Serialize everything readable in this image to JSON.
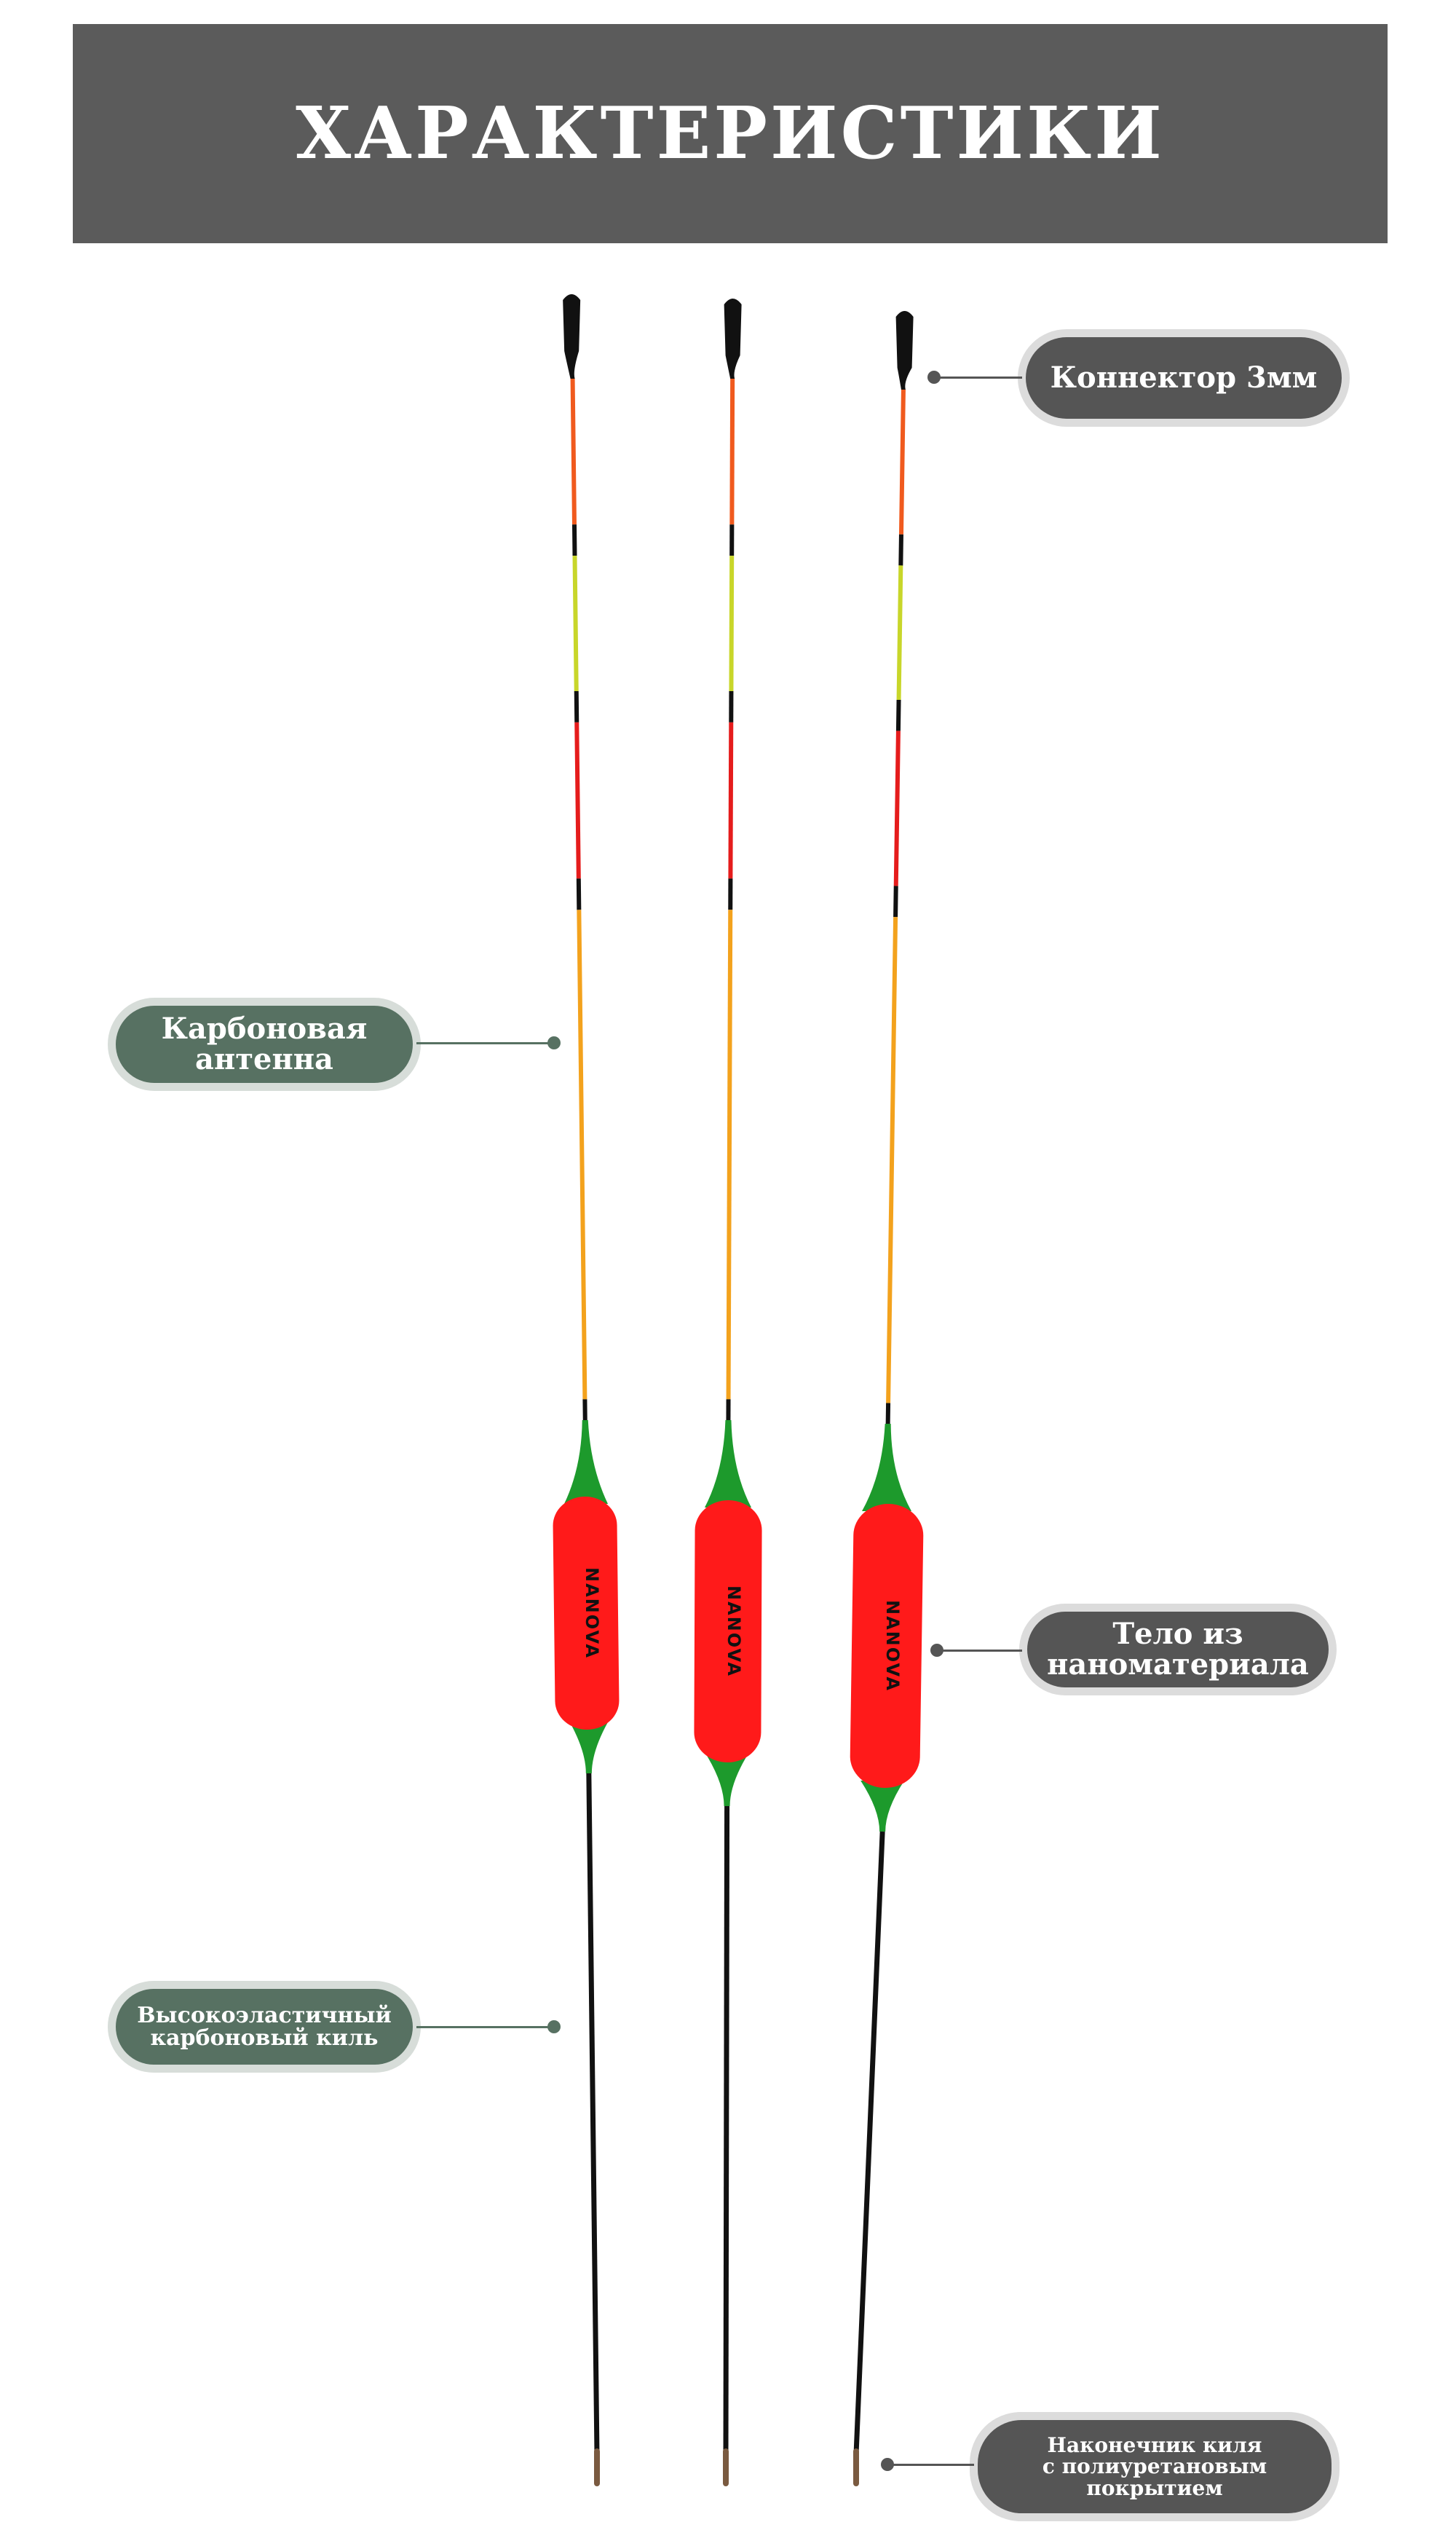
{
  "header": {
    "title": "ХАРАКТЕРИСТИКИ"
  },
  "callouts": {
    "connector": {
      "lines": [
        "Коннектор 3мм"
      ]
    },
    "antenna": {
      "lines": [
        "Карбоновая",
        "антенна"
      ]
    },
    "body": {
      "lines": [
        "Тело из",
        "наноматериала"
      ]
    },
    "keel": {
      "lines": [
        "Высокоэластичный",
        "карбоновый киль"
      ]
    },
    "keel_tip": {
      "lines": [
        "Наконечник киля",
        "с полиуретановым",
        "покрытием"
      ]
    }
  },
  "floats": {
    "brand": "NANOVA",
    "colors": {
      "body": "#ff1a1a",
      "shoulder": "#1d9a2c",
      "orange": "#f05a1e",
      "yellow": "#c8d62a",
      "red": "#e51c1c",
      "amber": "#f3a21d",
      "black": "#111111",
      "tip": "#7a5a40"
    }
  }
}
